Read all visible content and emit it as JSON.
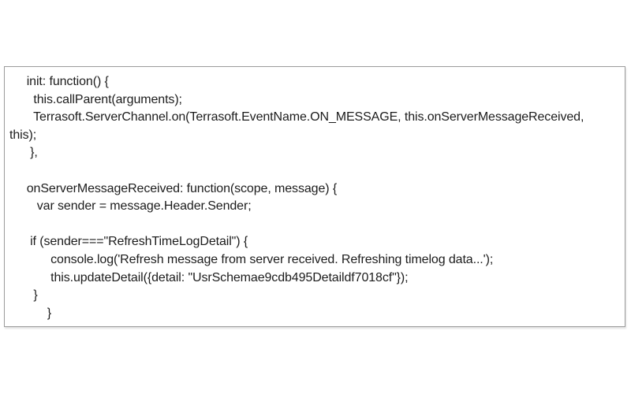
{
  "figure": {
    "type": "code-snippet",
    "colors": {
      "text": "#1c1c1c",
      "border": "#9c9c9c",
      "background": "#ffffff"
    },
    "code": {
      "lines": [
        "     init: function() {",
        "       this.callParent(arguments);",
        "       Terrasoft.ServerChannel.on(Terrasoft.EventName.ON_MESSAGE, this.onServerMessageReceived,",
        "this);",
        "      },",
        "",
        "     onServerMessageReceived: function(scope, message) {",
        "        var sender = message.Header.Sender;",
        "",
        "      if (sender===\"RefreshTimeLogDetail\") {",
        "            console.log('Refresh message from server received. Refreshing timelog data...');",
        "            this.updateDetail({detail: \"UsrSchemae9cdb495Detaildf7018cf\"});",
        "       }",
        "           }"
      ]
    }
  }
}
